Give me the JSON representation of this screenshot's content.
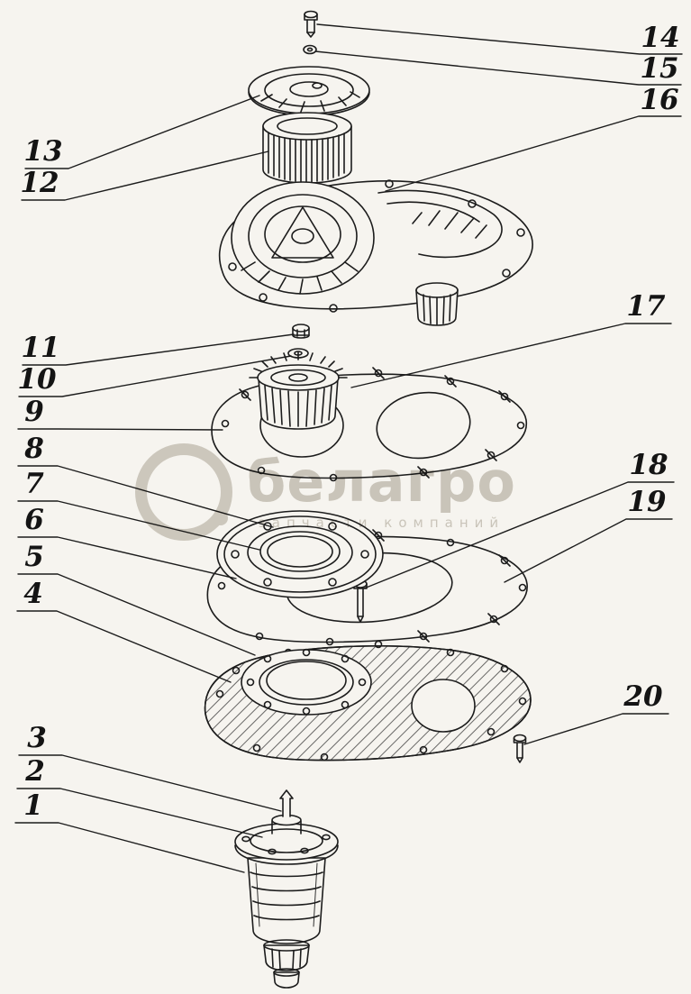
{
  "figure": {
    "background_color": "#f6f4ef",
    "line_color": "#1c1c1c"
  },
  "watermark": {
    "title": "белагро",
    "subtitle": "запчасти компаний"
  },
  "callouts": [
    {
      "label": "14"
    },
    {
      "label": "15"
    },
    {
      "label": "16"
    },
    {
      "label": "13"
    },
    {
      "label": "12"
    },
    {
      "label": "17"
    },
    {
      "label": "11"
    },
    {
      "label": "10"
    },
    {
      "label": "9"
    },
    {
      "label": "8"
    },
    {
      "label": "7"
    },
    {
      "label": "6"
    },
    {
      "label": "5"
    },
    {
      "label": "4"
    },
    {
      "label": "18"
    },
    {
      "label": "19"
    },
    {
      "label": "20"
    },
    {
      "label": "3"
    },
    {
      "label": "2"
    },
    {
      "label": "1"
    }
  ]
}
